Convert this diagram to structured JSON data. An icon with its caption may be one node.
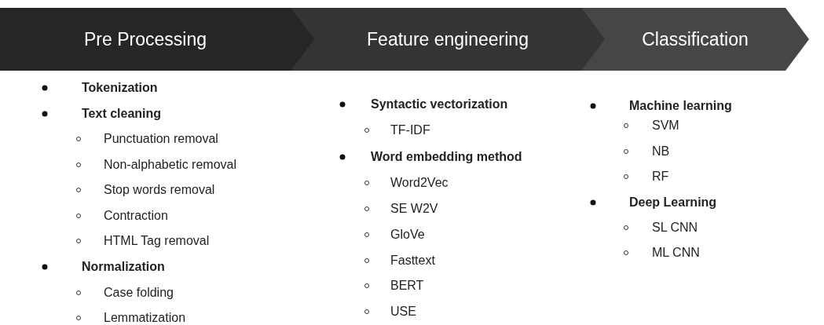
{
  "diagram": {
    "nodes": [
      {
        "text": [
          "Pre Processing"
        ]
      },
      {
        "text": [
          "Feature engineering"
        ]
      },
      {
        "text": [
          "Classification"
        ]
      }
    ],
    "labels": [
      "Tokenization",
      "Text cleaning",
      "Punctuation removal",
      "Non-alphabetic removal",
      "Stop words removal",
      "Contraction",
      "HTML Tag removal",
      "Normalization",
      "Case folding",
      "Lemmatization",
      "Syntactic vectorization",
      "TF-IDF",
      "Word embedding method",
      "Word2Vec",
      "SE W2V",
      "GloVe",
      "Fasttext",
      "BERT",
      "USE",
      "Machine learning",
      "SVM",
      "NB",
      "RF",
      "Deep Learning",
      "SL CNN",
      "ML CNN"
    ]
  }
}
